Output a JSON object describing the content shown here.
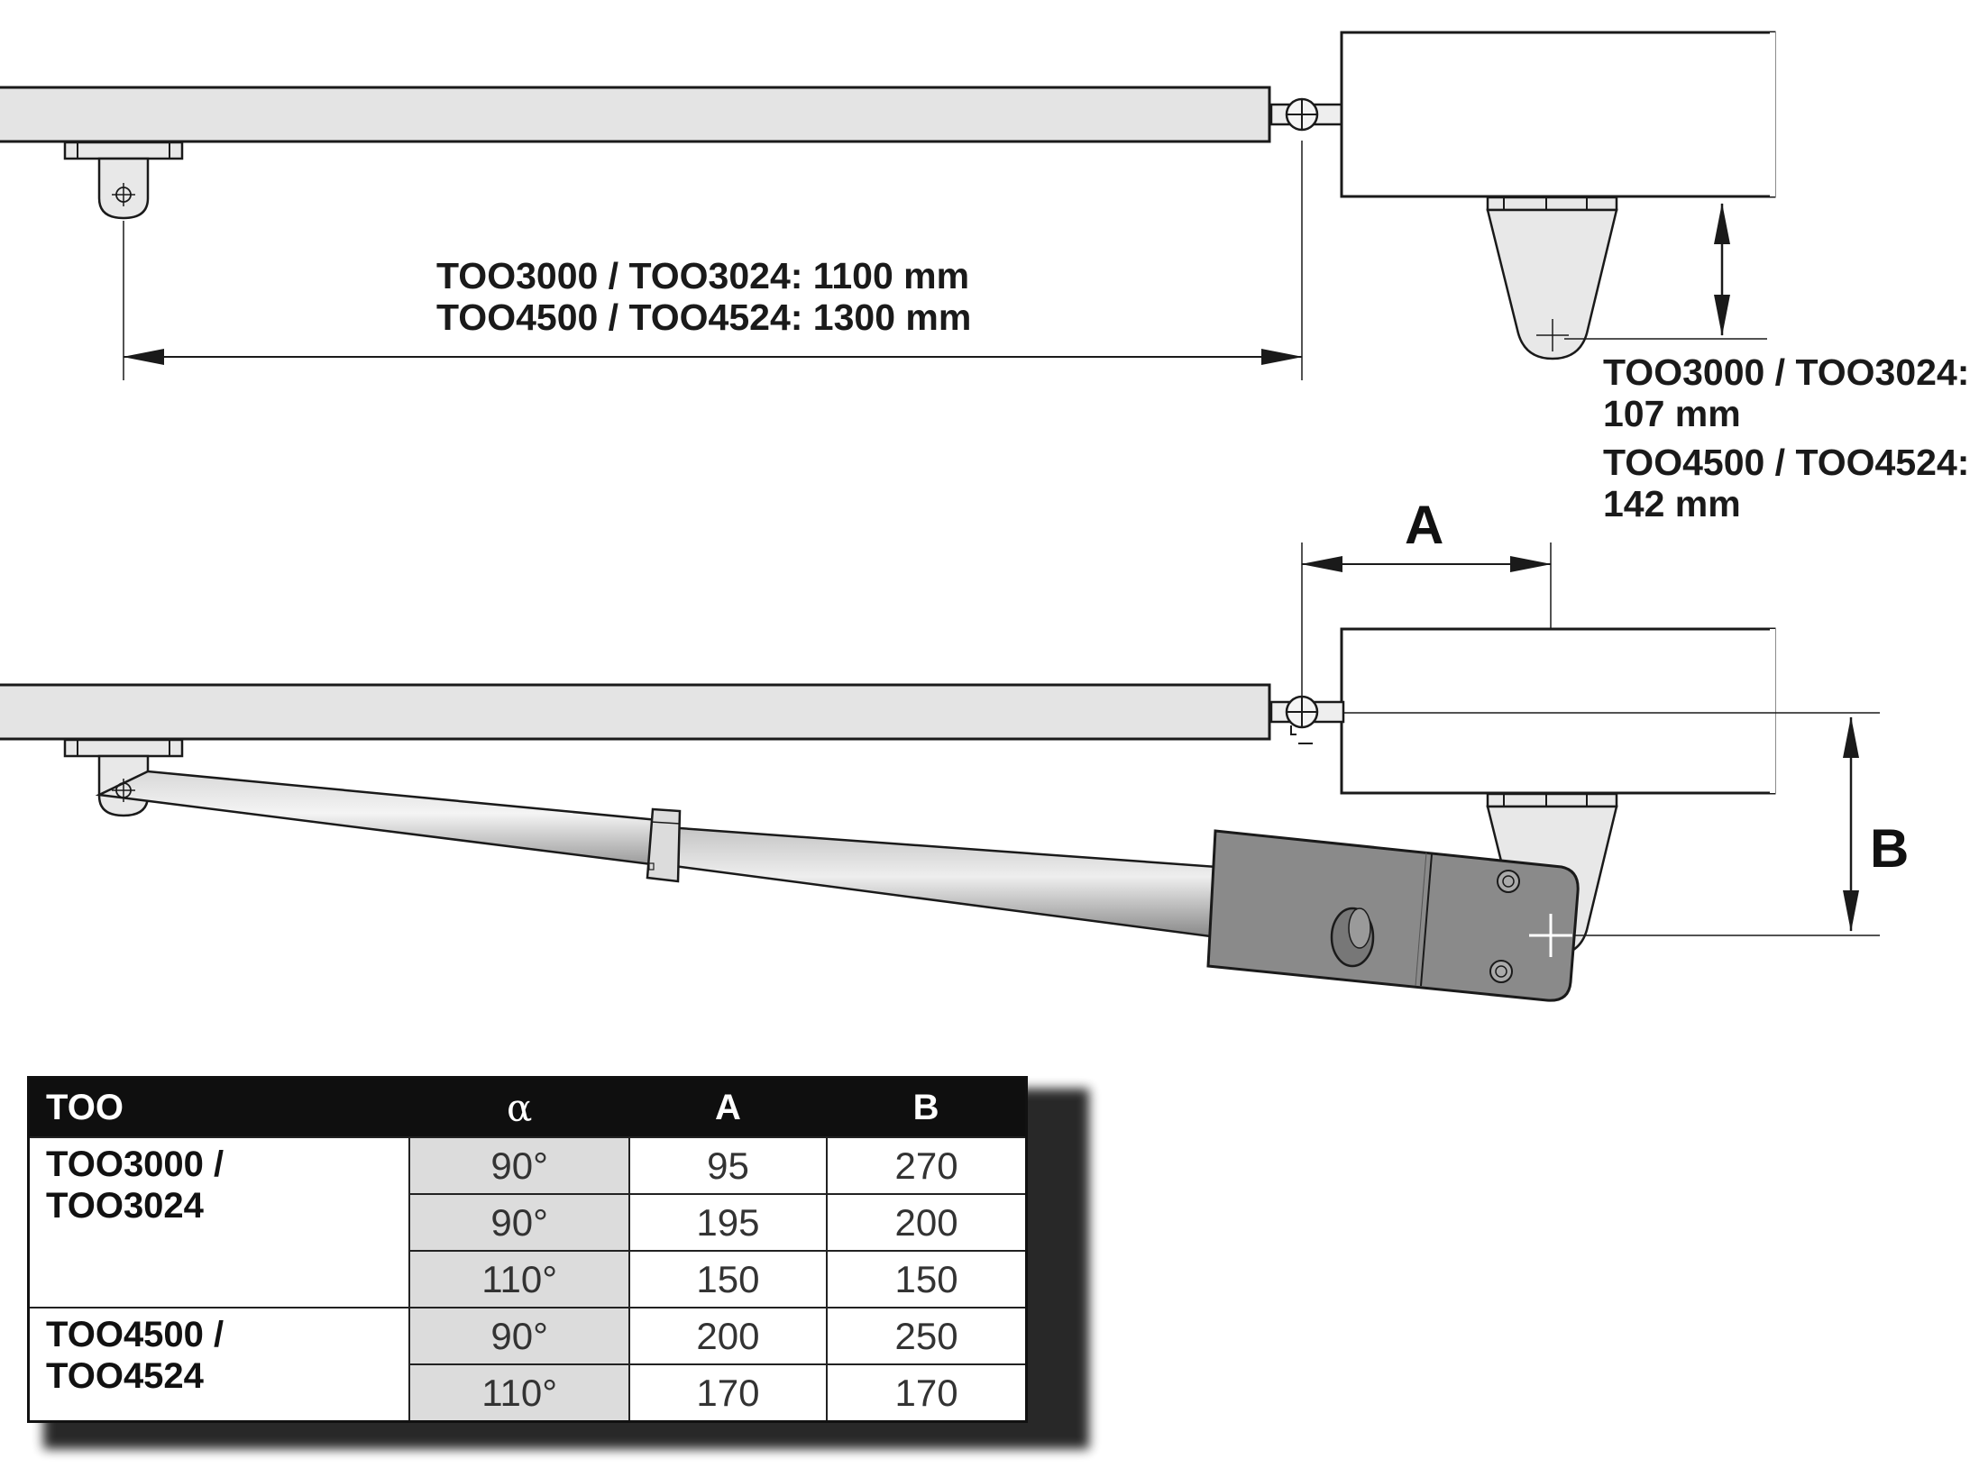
{
  "dimensions": {
    "top_length": [
      "TOO3000 / TOO3024: 1100 mm",
      "TOO4500 / TOO4524: 1300 mm"
    ],
    "bracket_offset": [
      [
        "TOO3000 / TOO3024:",
        "107 mm"
      ],
      [
        "TOO4500 / TOO4524:",
        "142 mm"
      ]
    ],
    "label_a": "A",
    "label_b": "B"
  },
  "table": {
    "headers": [
      "TOO",
      "α",
      "A",
      "B"
    ],
    "groups": [
      {
        "model": [
          "TOO3000 /",
          "TOO3024"
        ],
        "rows": [
          [
            "90°",
            "95",
            "270"
          ],
          [
            "90°",
            "195",
            "200"
          ],
          [
            "110°",
            "150",
            "150"
          ]
        ]
      },
      {
        "model": [
          "TOO4500 /",
          "TOO4524"
        ],
        "rows": [
          [
            "90°",
            "200",
            "250"
          ],
          [
            "110°",
            "170",
            "170"
          ]
        ]
      }
    ]
  },
  "colors": {
    "bar_fill": "#e4e4e4",
    "bracket_fill": "#e8e8e8",
    "motor_fill": "#8a8a8a",
    "line": "#1a1a1a",
    "table_header": "#0f0f0f",
    "alpha_shade": "#dcdcdc"
  }
}
